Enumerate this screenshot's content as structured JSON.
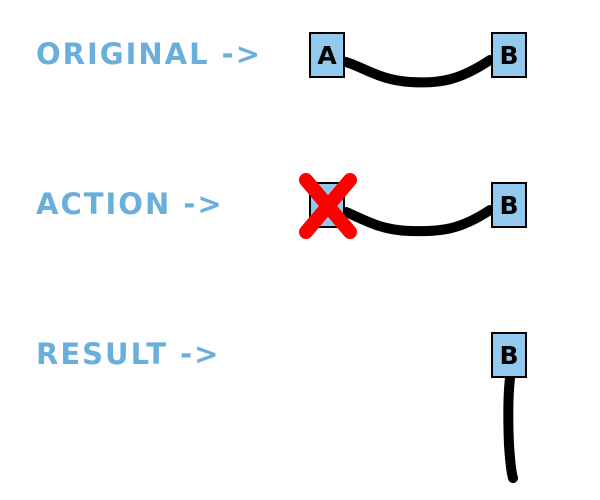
{
  "rows": {
    "original": {
      "label": "ORIGINAL ->"
    },
    "action": {
      "label": "ACTION ->"
    },
    "result": {
      "label": "RESULT ->"
    }
  },
  "nodes": {
    "a": "A",
    "b": "B"
  },
  "icons": {
    "delete": "red-x-icon"
  },
  "colors": {
    "label_text": "#6aaedc",
    "node_fill": "#93c9ef",
    "node_border": "#000000",
    "wire": "#000000",
    "delete_mark": "#ff0000"
  }
}
